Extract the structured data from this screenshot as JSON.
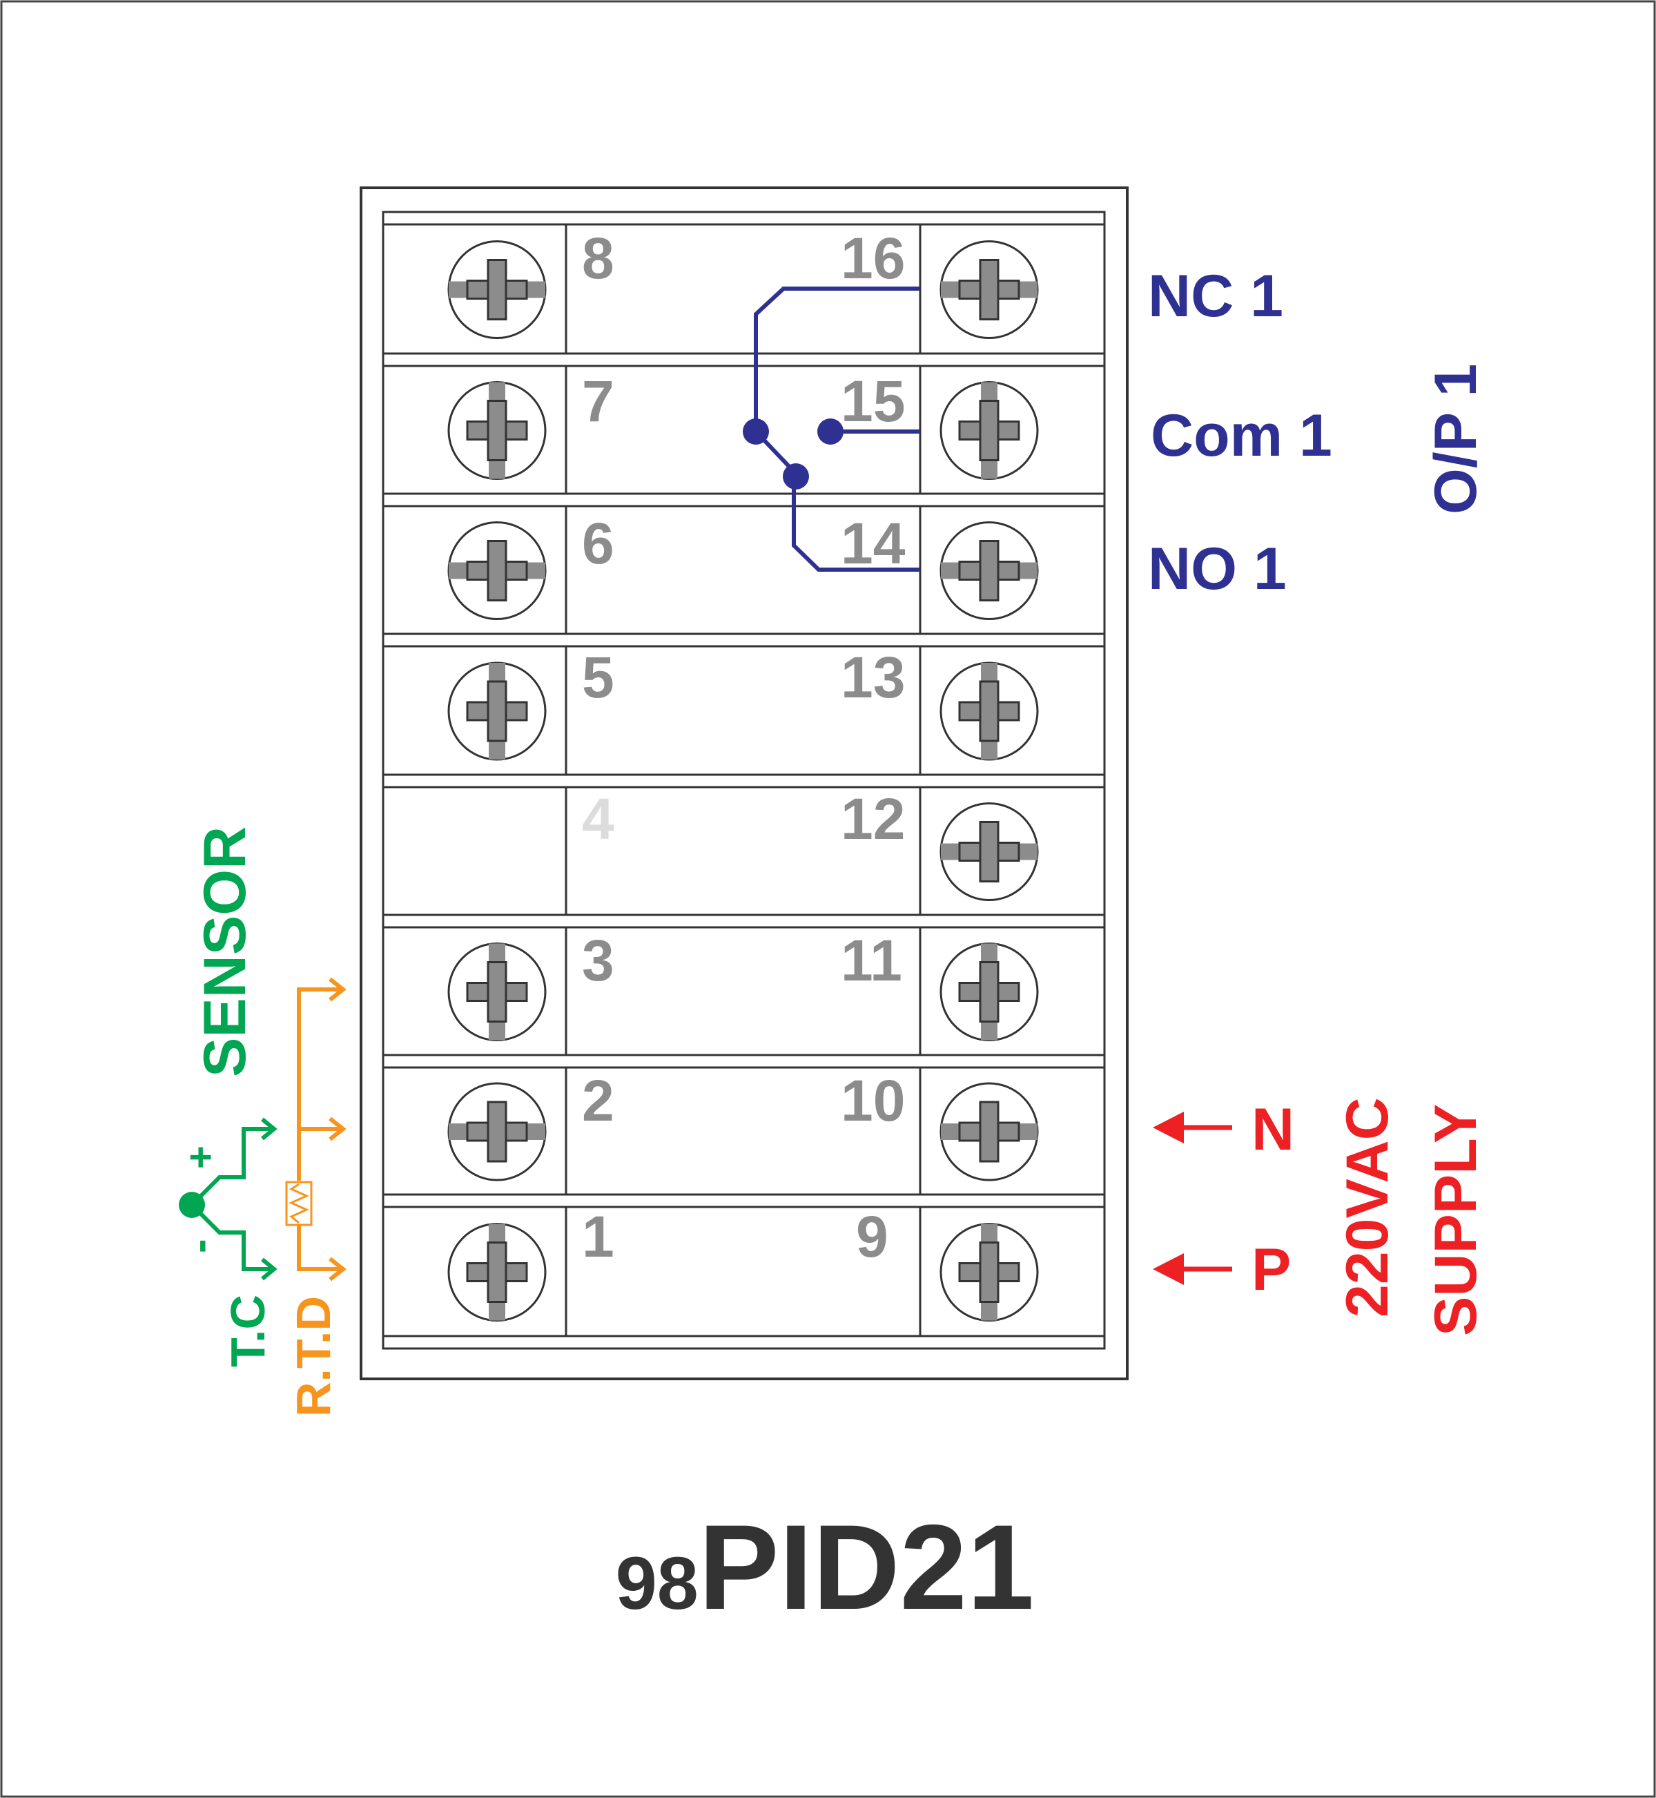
{
  "model": {
    "prefix": "98",
    "name": "PID21"
  },
  "terminals": {
    "t1": "1",
    "t2": "2",
    "t3": "3",
    "t4": "4",
    "t5": "5",
    "t6": "6",
    "t7": "7",
    "t8": "8",
    "t9": "9",
    "t10": "10",
    "t11": "11",
    "t12": "12",
    "t13": "13",
    "t14": "14",
    "t15": "15",
    "t16": "16"
  },
  "output": {
    "group": "O/P 1",
    "nc": "NC 1",
    "com": "Com 1",
    "no": "NO 1"
  },
  "supply": {
    "voltage": "220VAC",
    "label": "SUPPLY",
    "neutral": "N",
    "phase": "P"
  },
  "sensor": {
    "label": "SENSOR",
    "tc": "T.C",
    "rtd": "R.T.D",
    "tc_plus": "+",
    "tc_minus": "-"
  },
  "colors": {
    "output": "#2e3192",
    "supply": "#ed2024",
    "sensor_tc": "#00a651",
    "sensor_rtd": "#f7941d",
    "terminal_number": "#8c8c8c",
    "terminal_number_unused": "#dcdcdc",
    "screw_fill": "#8c8c8c",
    "model": "#333333"
  }
}
